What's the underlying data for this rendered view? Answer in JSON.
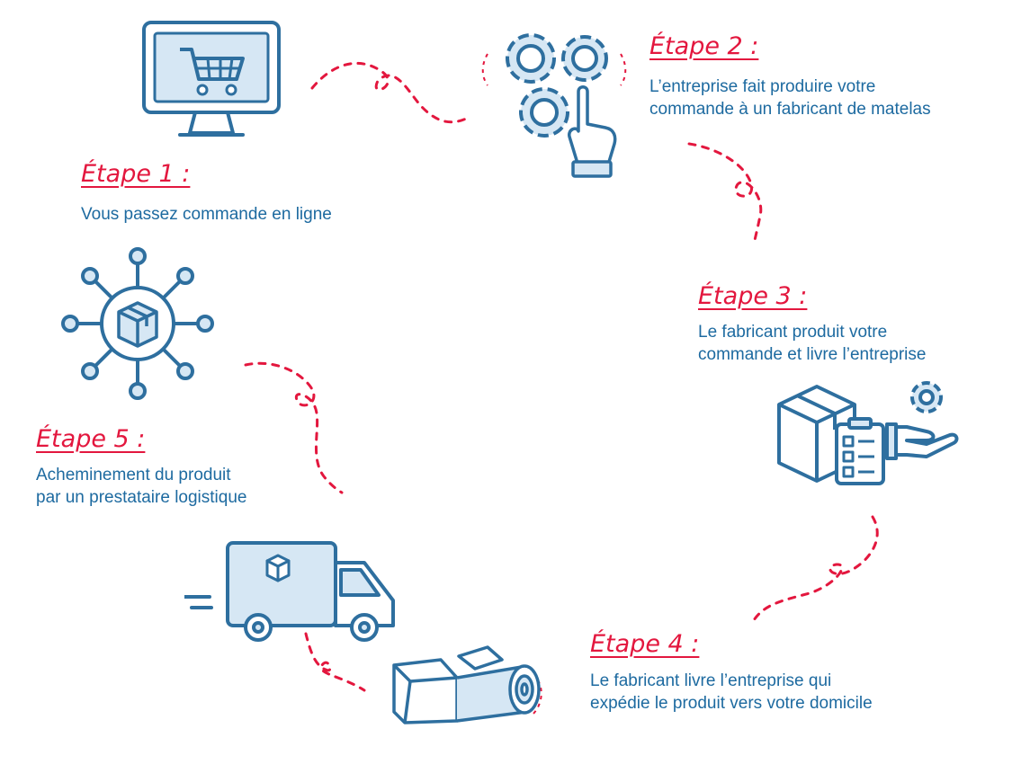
{
  "colors": {
    "accent_red": "#e3173e",
    "text_blue": "#1d6aa0",
    "icon_blue": "#2e6f9f",
    "icon_fill": "#d6e7f4"
  },
  "steps": [
    {
      "title": "Étape 1 :",
      "lines": [
        "Vous passez commande en ligne"
      ],
      "icon": "computer-cart-icon"
    },
    {
      "title": "Étape 2 :",
      "lines": [
        "L’entreprise fait produire votre",
        "commande à un fabricant de matelas"
      ],
      "icon": "gears-hand-icon"
    },
    {
      "title": "Étape 3 :",
      "lines": [
        "Le fabricant produit votre",
        "commande et livre l’entreprise"
      ],
      "icon": "box-checklist-icon"
    },
    {
      "title": "Étape 4 :",
      "lines": [
        "Le fabricant livre l’entreprise qui",
        "expédie le produit vers votre domicile"
      ],
      "icon": "mattress-box-icon"
    },
    {
      "title": "Étape 5 :",
      "lines": [
        "Acheminement du produit",
        "par un prestataire logistique"
      ],
      "icon": "network-box-icon"
    }
  ],
  "extra_icons": [
    "delivery-truck-icon"
  ]
}
